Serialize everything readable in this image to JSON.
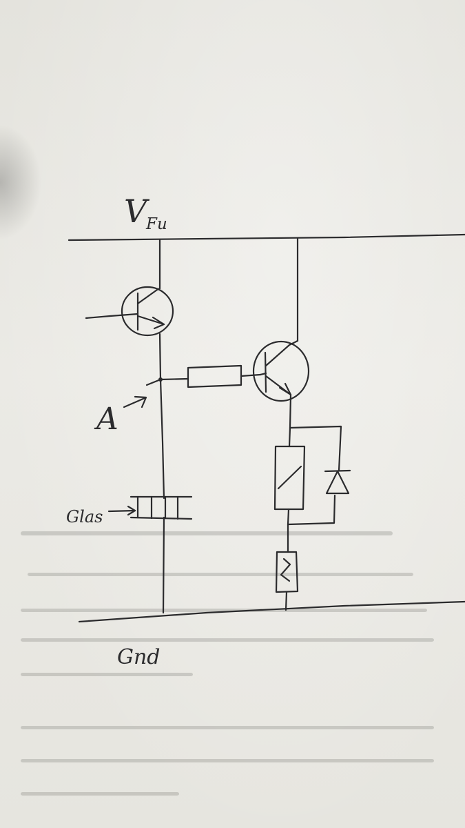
{
  "labels": {
    "supply_main": "V",
    "supply_sub": "Fu",
    "node_a": "A",
    "gnd": "Gnd",
    "component": "Glas"
  },
  "colors": {
    "ink": "#2b2b2d",
    "paper": "#e9e8e2"
  }
}
